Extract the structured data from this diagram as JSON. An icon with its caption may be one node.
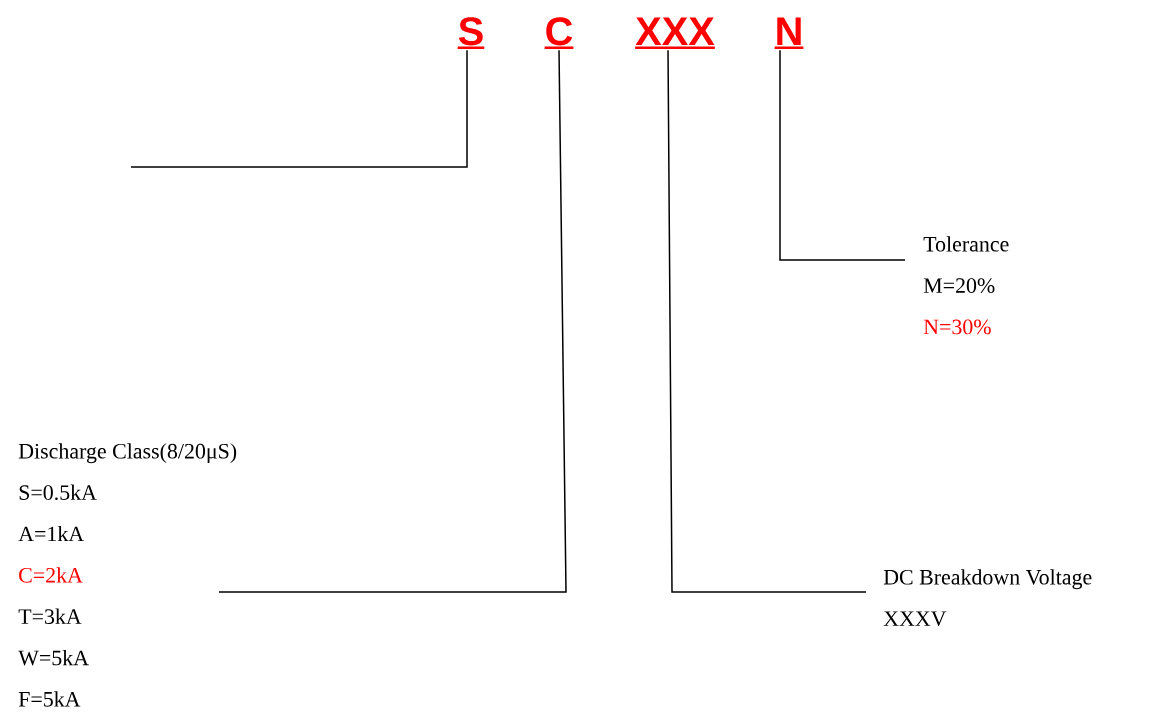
{
  "diagram": {
    "nodes": [
      {
        "text": [
          "S"
        ]
      },
      {
        "text": [
          "C"
        ]
      },
      {
        "text": [
          "XXX"
        ]
      },
      {
        "text": [
          "N"
        ]
      },
      {
        "text": [
          "Tolerance",
          "M=20%",
          "N=30%"
        ]
      },
      {
        "text": [
          "Discharge Class(8/20μS)",
          "S=0.5kA",
          "A=1kA",
          "C=2kA",
          "T=3kA",
          "W=5kA",
          "F=5kA"
        ]
      },
      {
        "text": [
          "DC Breakdown Voltage",
          "XXXV"
        ]
      }
    ],
    "edges": [
      {
        "from": 0,
        "to": null,
        "arrow": "none"
      },
      {
        "from": 1,
        "to": 5,
        "arrow": "none"
      },
      {
        "from": 2,
        "to": 6,
        "arrow": "none"
      },
      {
        "from": 3,
        "to": 4,
        "arrow": "none"
      }
    ]
  }
}
